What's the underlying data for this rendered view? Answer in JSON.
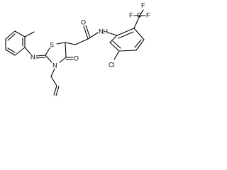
{
  "structure": {
    "atoms": {
      "F_top": "F",
      "F_left": "F",
      "F_right": "F",
      "CF3_carbon": "C",
      "amide_NH": "NH",
      "amide_O": "O",
      "Cl": "Cl",
      "S": "S",
      "imine_N": "N",
      "ring_O": "O",
      "ring_N": "N"
    }
  }
}
